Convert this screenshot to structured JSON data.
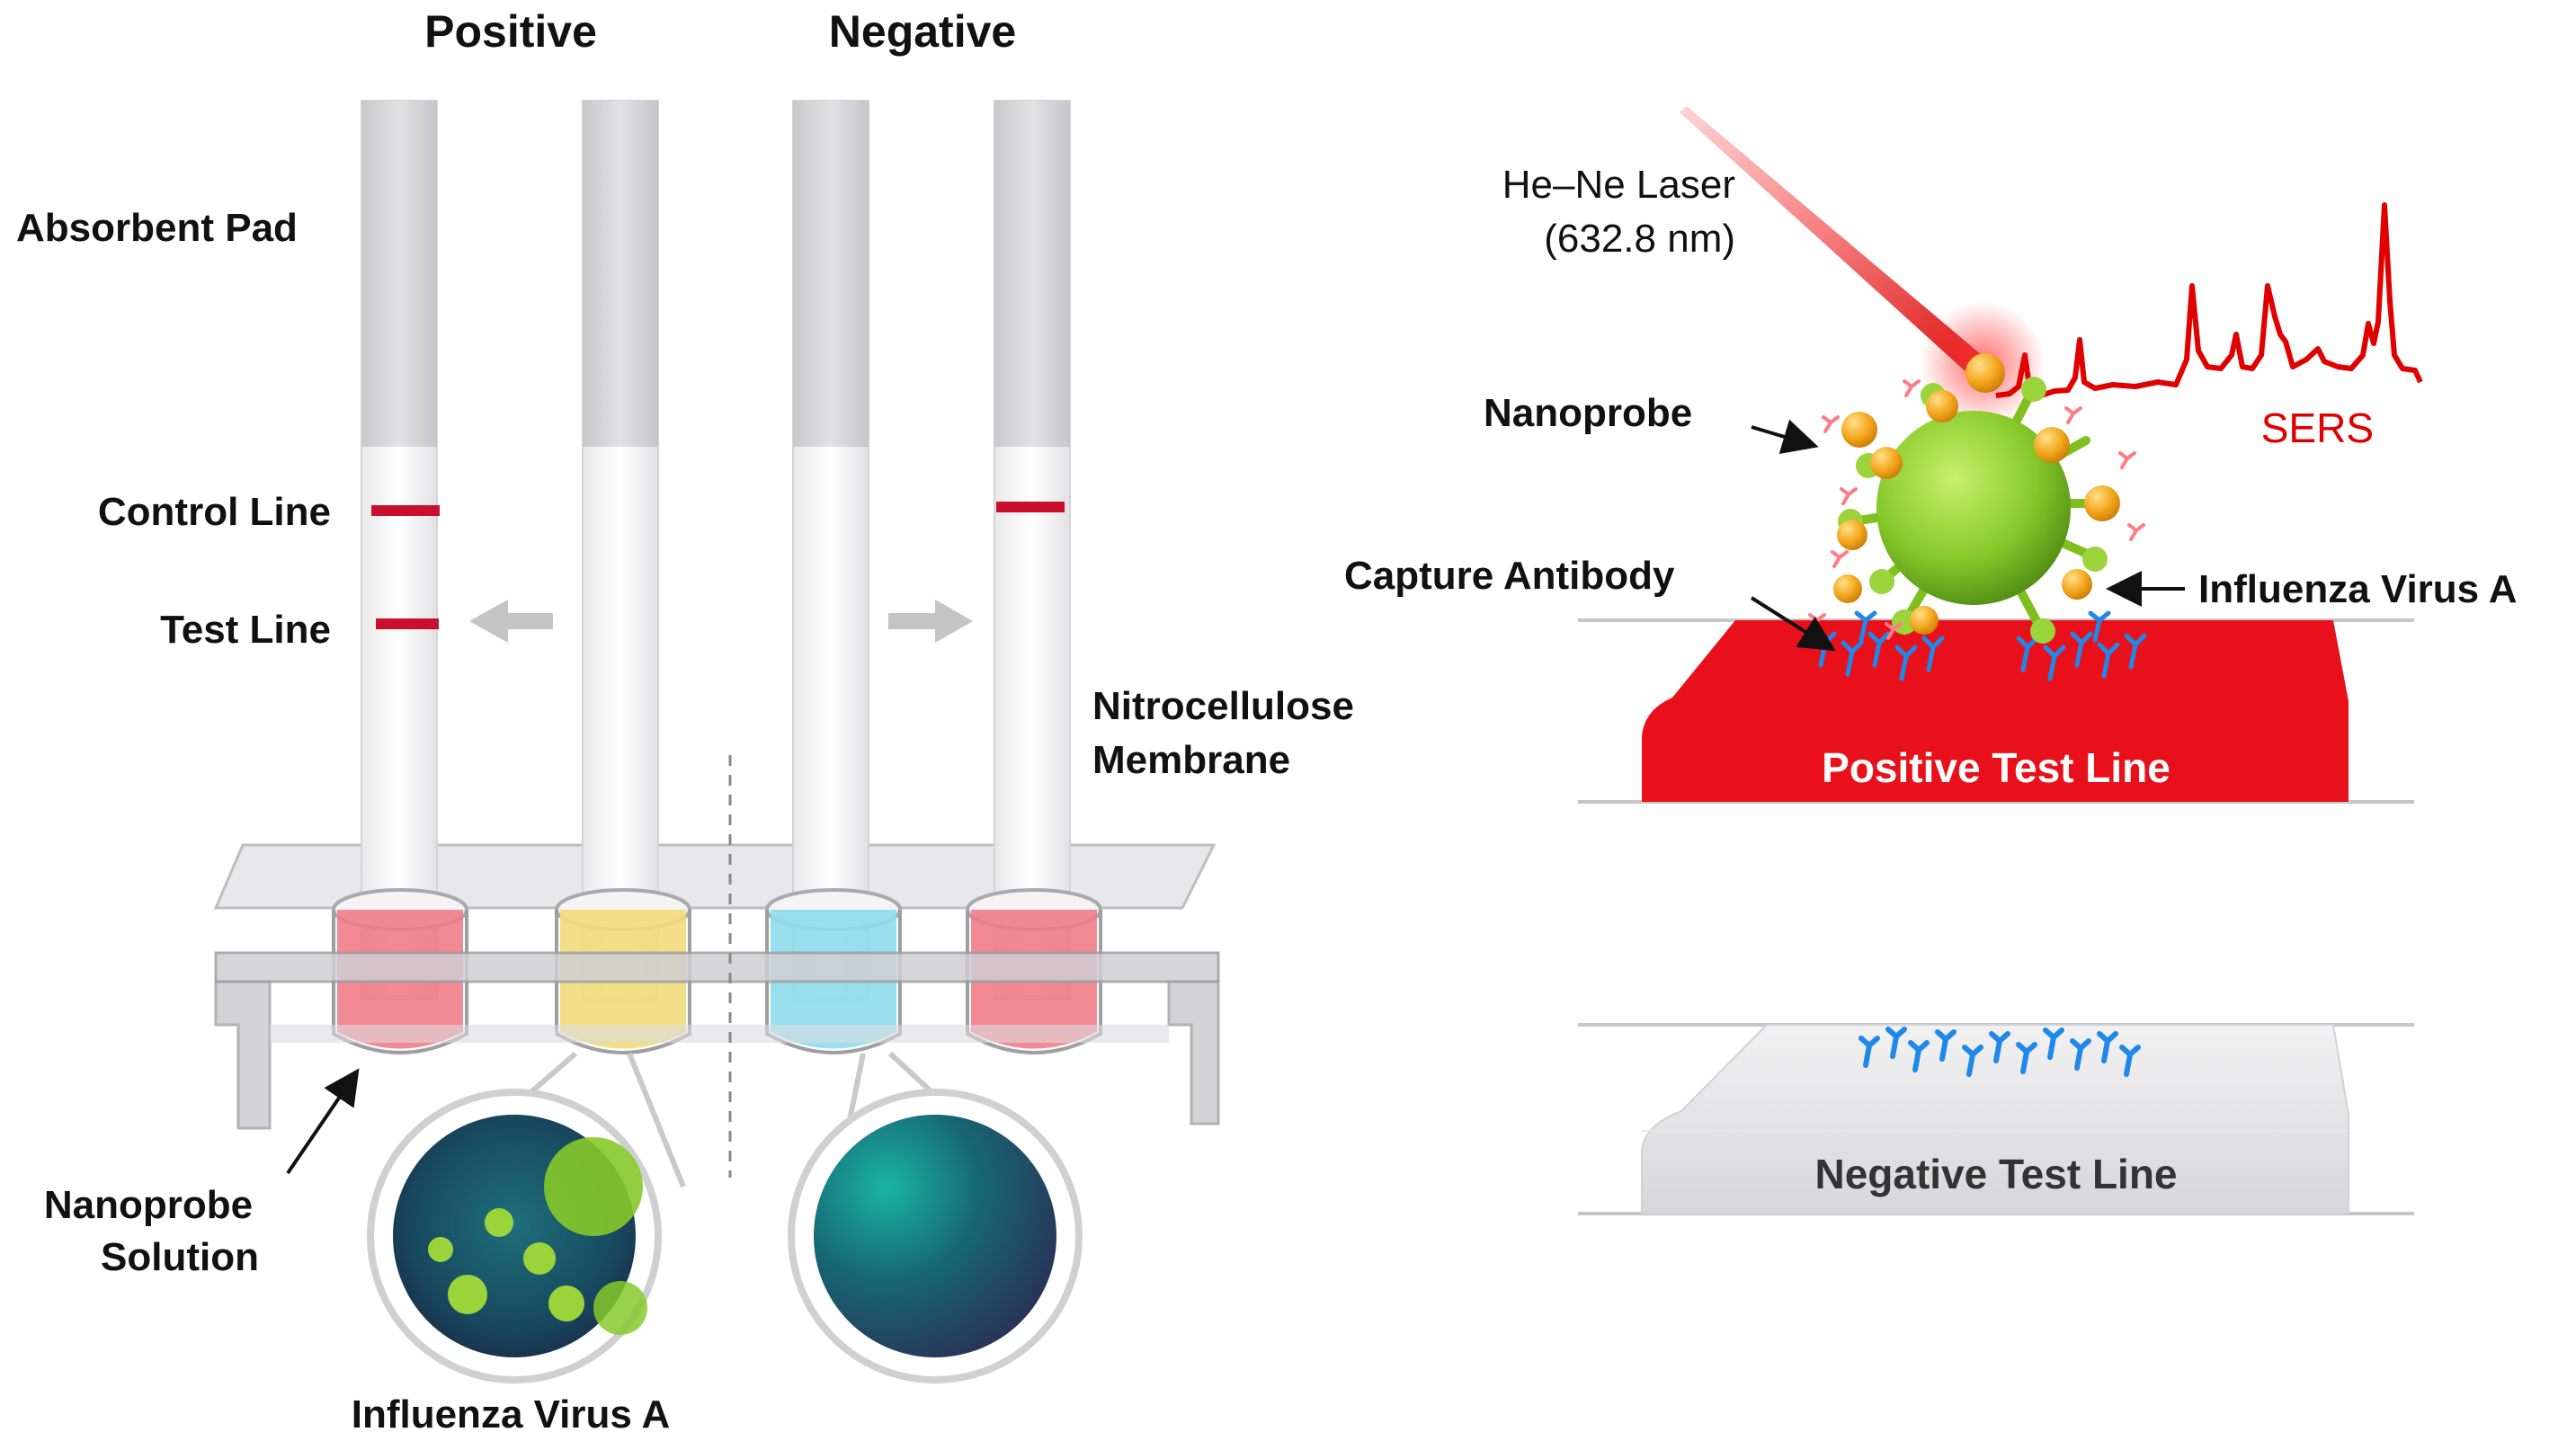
{
  "left_panel": {
    "header_positive": "Positive",
    "header_negative": "Negative",
    "label_absorbent_pad": "Absorbent Pad",
    "label_control_line": "Control Line",
    "label_test_line": "Test Line",
    "label_nitrocellulose_1": "Nitrocellulose",
    "label_nitrocellulose_2": "Membrane",
    "label_nanoprobe_solution_1": "Nanoprobe",
    "label_nanoprobe_solution_2": "Solution",
    "label_influenza": "Influenza Virus A"
  },
  "right_panel": {
    "laser_line1": "He–Ne Laser",
    "laser_line2": "(632.8 nm)",
    "sers_label": "SERS",
    "nanoprobe_label": "Nanoprobe",
    "capture_antibody_label": "Capture Antibody",
    "influenza_label": "Influenza Virus A",
    "positive_test_line": "Positive Test Line",
    "negative_test_line": "Negative Test Line"
  },
  "colors": {
    "strip_red": "#c8102e",
    "positive_pad": "#e8111b",
    "sers_red": "#e00000",
    "virus_green": "#8fd12a",
    "nanoprobe_orange": "#f2a51a",
    "antibody_blue": "#1f88e8",
    "solution_red": "#f07a86",
    "solution_yellow": "#f1dc7a",
    "solution_cyan": "#8fdceb"
  },
  "icons": [
    "arrow-left-icon",
    "arrow-right-icon",
    "virus-icon",
    "nanoprobe-icon",
    "antibody-icon",
    "laser-beam-icon"
  ]
}
